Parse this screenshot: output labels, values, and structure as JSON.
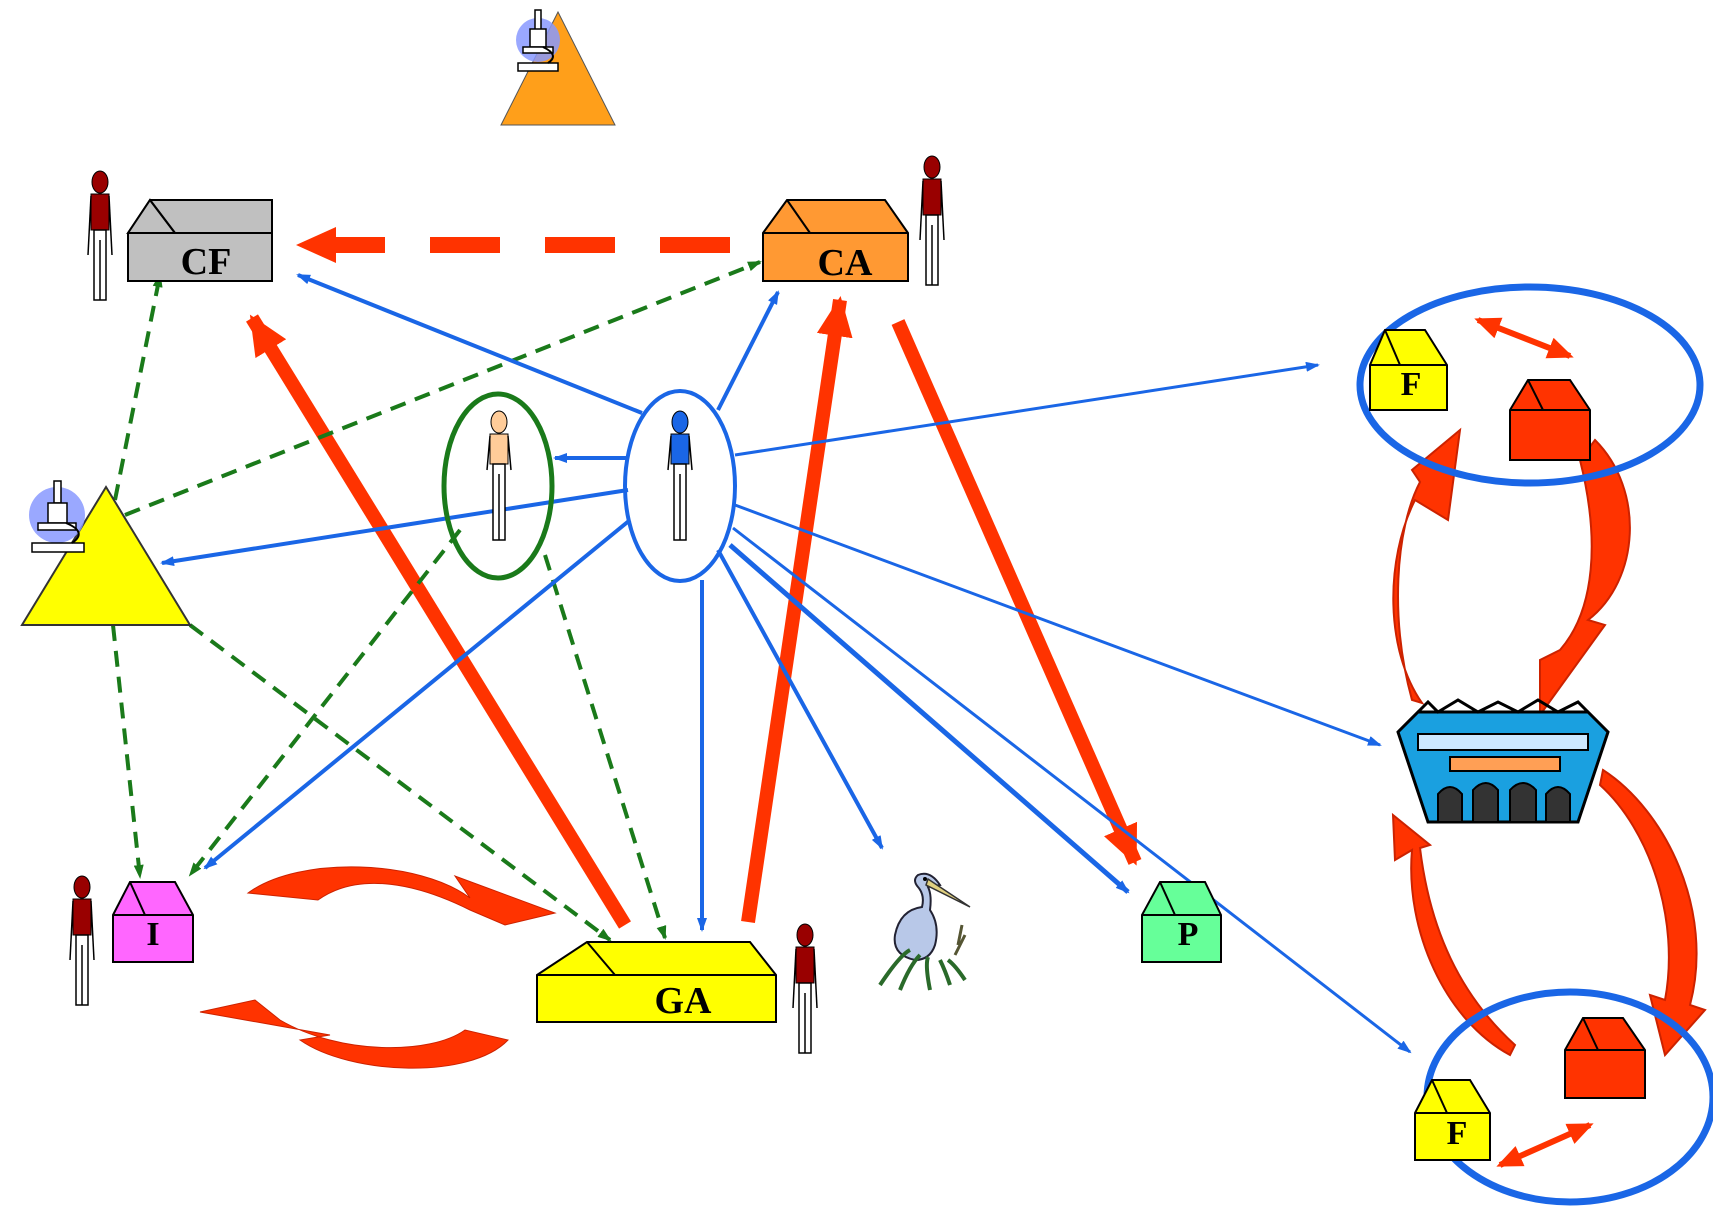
{
  "nodes": {
    "cf": {
      "label": "CF",
      "color": "#c0c0c0"
    },
    "ca": {
      "label": "CA",
      "color": "#ff9933"
    },
    "ga": {
      "label": "GA",
      "color": "#ffff00"
    },
    "i": {
      "label": "I",
      "color": "#ff66ff"
    },
    "p": {
      "label": "P",
      "color": "#66ff99"
    },
    "f_top": {
      "label": "F",
      "color": "#ffff00"
    },
    "f_bottom": {
      "label": "F",
      "color": "#ffff00"
    }
  },
  "colors": {
    "blue_arrow": "#1a66e6",
    "green_dashed": "#1a7a1a",
    "red_flow": "#ff3300",
    "dark_red_curve": "#cc2200",
    "person_body": "#990000",
    "center_person": "#1a66e6",
    "aside_person": "#ffcc99",
    "lab_triangle_left": "#ffff00",
    "lab_triangle_top": "#ff9f1a",
    "red_house": "#ff3300"
  },
  "icons": [
    "microscope-icon",
    "person-icon",
    "heron-icon",
    "stadium-icon",
    "house-icon"
  ]
}
